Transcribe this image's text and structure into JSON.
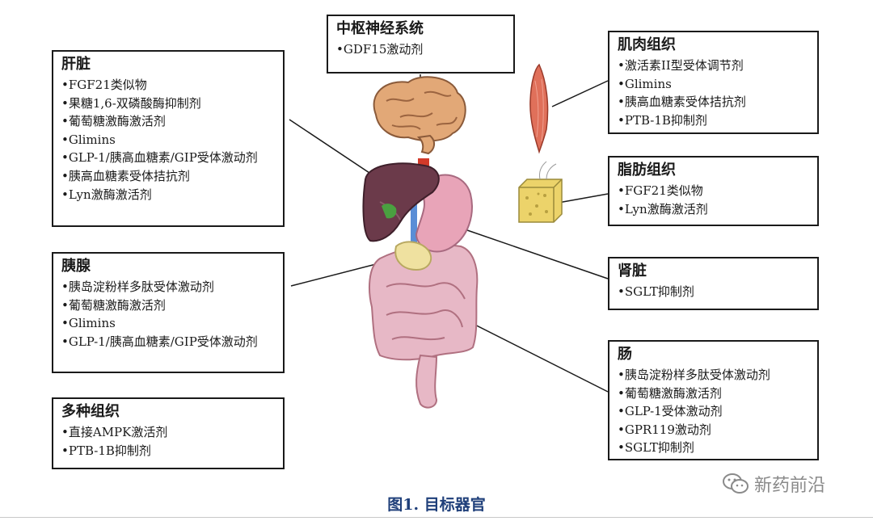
{
  "boxes": {
    "cns": {
      "title": "中枢神经系统",
      "items": [
        "GDF15激动剂"
      ]
    },
    "liver": {
      "title": "肝脏",
      "items": [
        "FGF21类似物",
        "果糖1,6-双磷酸酶抑制剂",
        "葡萄糖激酶激活剂",
        "Glimins",
        "GLP-1/胰高血糖素/GIP受体激动剂",
        "胰高血糖素受体拮抗剂",
        "Lyn激酶激活剂"
      ]
    },
    "pancreas": {
      "title": "胰腺",
      "items": [
        "胰岛淀粉样多肽受体激动剂",
        "葡萄糖激酶激活剂",
        "Glimins",
        "GLP-1/胰高血糖素/GIP受体激动剂"
      ]
    },
    "multi": {
      "title": "多种组织",
      "items": [
        "直接AMPK激活剂",
        "PTB-1B抑制剂"
      ]
    },
    "muscle": {
      "title": "肌肉组织",
      "items": [
        "激活素II型受体调节剂",
        "Glimins",
        "胰高血糖素受体拮抗剂",
        "PTB-1B抑制剂"
      ]
    },
    "fat": {
      "title": "脂肪组织",
      "items": [
        "FGF21类似物",
        "Lyn激酶激活剂"
      ]
    },
    "kidney": {
      "title": "肾脏",
      "items": [
        "SGLT抑制剂"
      ]
    },
    "gut": {
      "title": "肠",
      "items": [
        "胰岛淀粉样多肽受体激动剂",
        "葡萄糖激酶激活剂",
        "GLP-1受体激动剂",
        "GPR119激动剂",
        "SGLT抑制剂"
      ]
    }
  },
  "caption": "图1. 目标器官",
  "watermark": "新药前沿",
  "colors": {
    "caption": "#1f3f7a",
    "liver": "#6b3a4a",
    "stomach": "#e8a4b8",
    "intestine": "#e0b0c0",
    "brain": "#e2a877",
    "muscle": "#e0705a",
    "fat": "#ecd36a",
    "vessel": "#d23a2a"
  }
}
